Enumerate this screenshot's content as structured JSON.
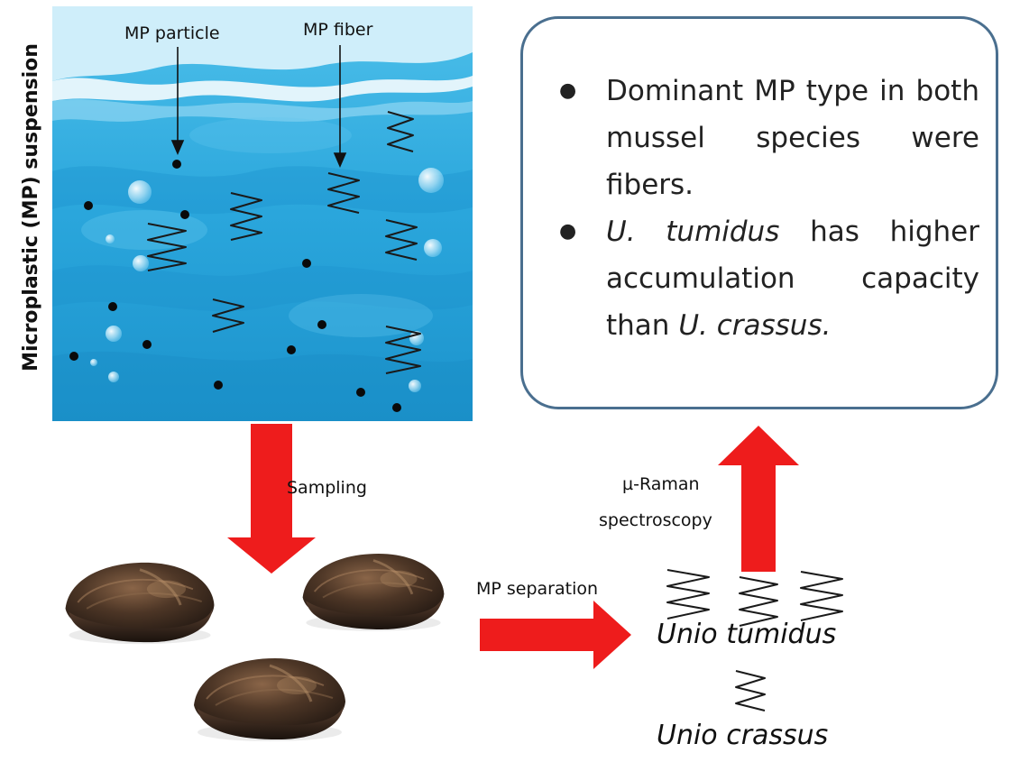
{
  "panel": {
    "side_label": "Microplastic (MP) suspension",
    "particle_label": "MP particle",
    "fiber_label": "MP fiber"
  },
  "findings": {
    "item1": "Dominant MP type in both mussel species were fibers.",
    "item2_species1": "U. tumidus",
    "item2_mid": " has higher accumulation capacity than ",
    "item2_species2": "U. crassus."
  },
  "steps": {
    "sampling": "Sampling",
    "separation": "MP separation",
    "raman_line1": "µ-Raman",
    "raman_line2": "spectroscopy"
  },
  "species": {
    "tumidus": "Unio tumidus",
    "crassus": "Unio crassus"
  },
  "colors": {
    "water_light": "#3fb4e0",
    "water_dark": "#1a8cc6",
    "arrow_red": "#ee1c1c",
    "box_border": "#4a6f8f",
    "mussel_shell": "#3a2c22"
  }
}
